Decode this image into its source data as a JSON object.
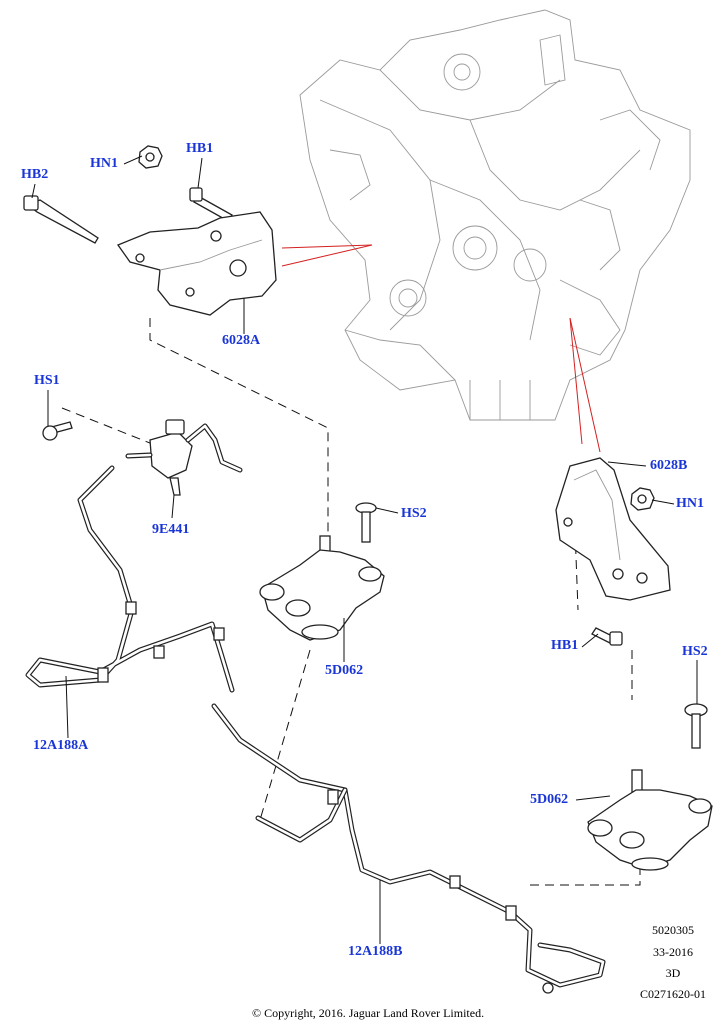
{
  "callouts": {
    "hb2": "HB2",
    "hn1_top": "HN1",
    "hb1_top": "HB1",
    "p6028a": "6028A",
    "hs1": "HS1",
    "p9e441": "9E441",
    "hs2_mid": "HS2",
    "p5d062_mid": "5D062",
    "p12a188a": "12A188A",
    "p12a188b": "12A188B",
    "p6028b": "6028B",
    "hn1_right": "HN1",
    "hb1_right": "HB1",
    "hs2_right": "HS2",
    "p5d062_right": "5D062"
  },
  "footer": {
    "code1": "5020305",
    "code2": "33-2016",
    "code3": "3D",
    "code4": "C0271620-01",
    "copyright": "© Copyright, 2016. Jaguar Land Rover Limited."
  },
  "colors": {
    "callout": "#1a35d6",
    "pointer_lines": "#d42020",
    "outline": "#222222"
  }
}
